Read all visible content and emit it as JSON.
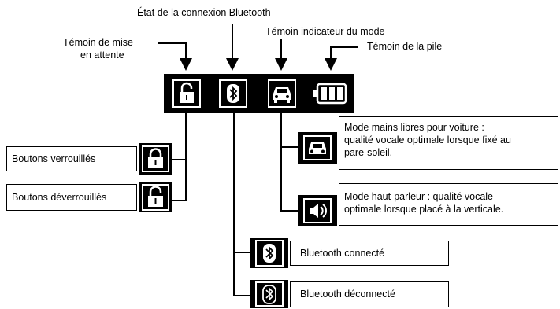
{
  "labels": {
    "standby": [
      "Témoin de mise",
      "en attente"
    ],
    "bluetooth_state": "État de la connexion Bluetooth",
    "mode_indicator": "Témoin indicateur du mode",
    "battery": "Témoin de la pile"
  },
  "lock": {
    "locked": "Boutons verrouillés",
    "unlocked": "Boutons déverrouillés"
  },
  "modes": {
    "car": [
      "Mode mains libres pour voiture :",
      "qualité vocale optimale lorsque fixé au",
      "pare-soleil."
    ],
    "speaker": [
      "Mode haut-parleur : qualité vocale",
      "optimale lorsque placé à la verticale."
    ]
  },
  "bluetooth": {
    "connected": "Bluetooth connecté",
    "disconnected": "Bluetooth déconnecté"
  },
  "icons": [
    "unlock-icon",
    "bluetooth-icon",
    "car-icon",
    "battery-icon",
    "lock-icon",
    "speaker-icon"
  ]
}
